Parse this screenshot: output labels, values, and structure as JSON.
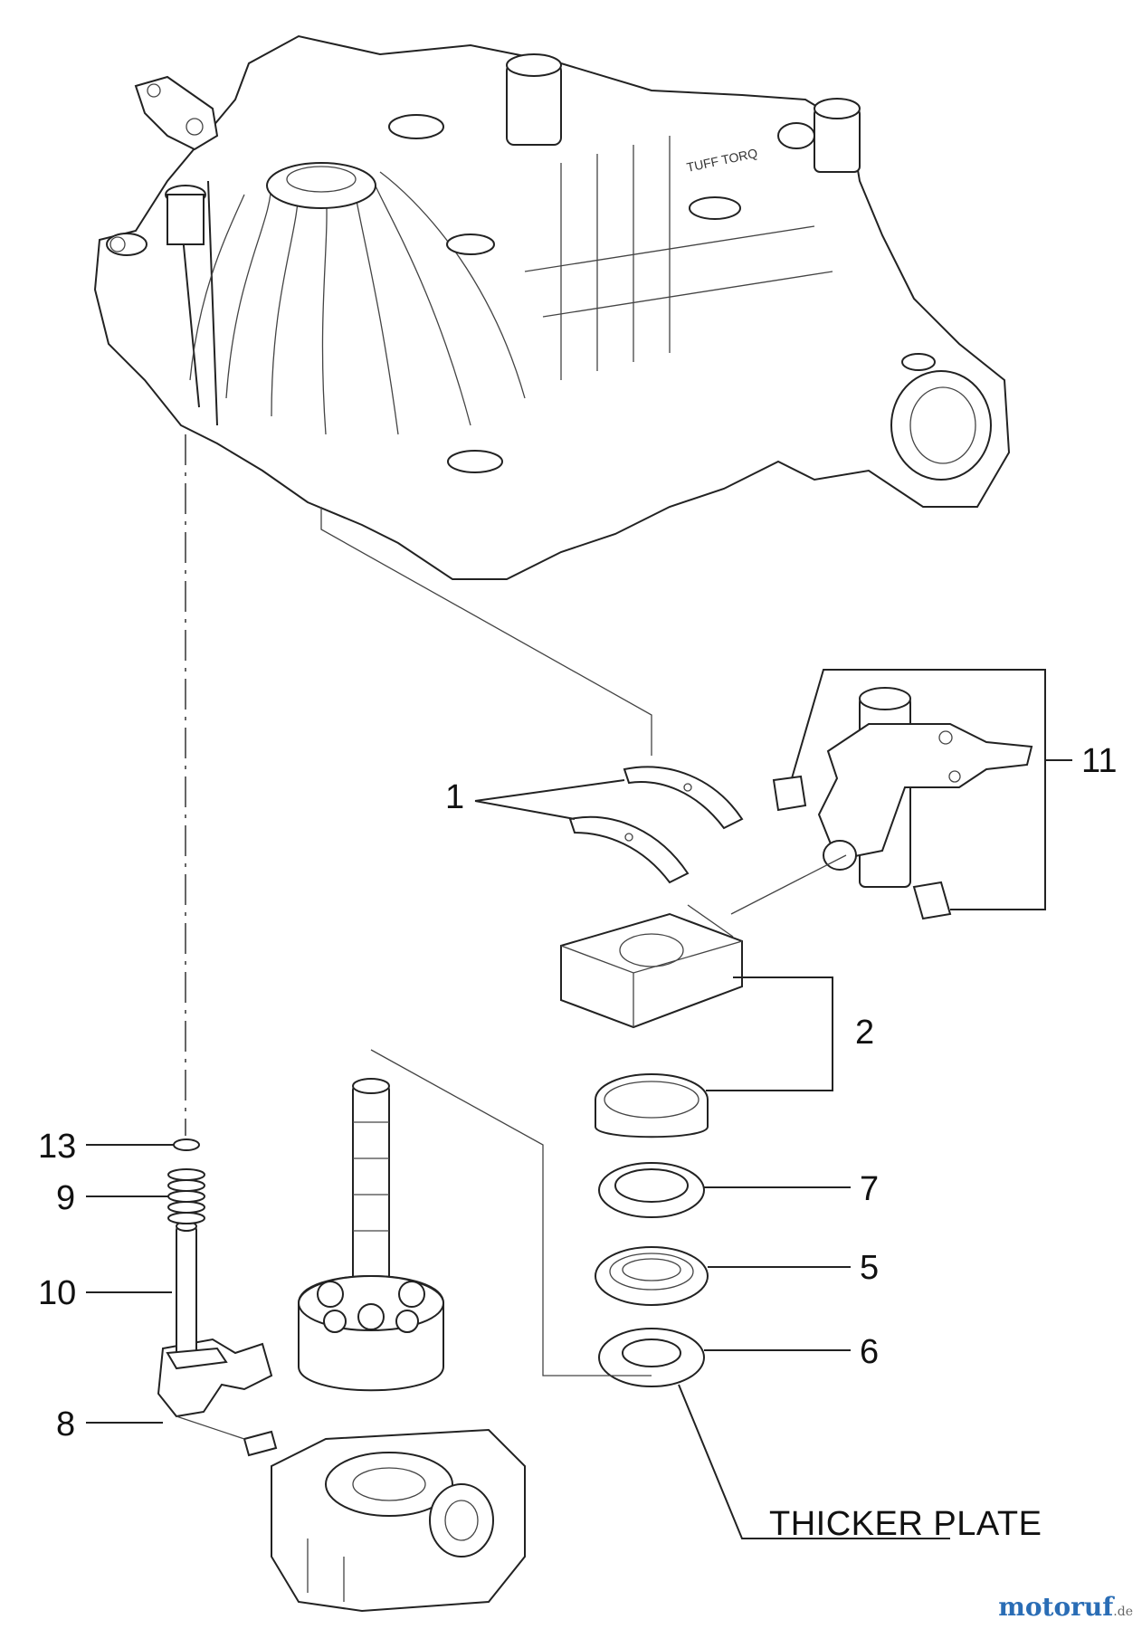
{
  "callouts": {
    "c1": "1",
    "c2": "2",
    "c5": "5",
    "c6": "6",
    "c7": "7",
    "c8": "8",
    "c9": "9",
    "c10": "10",
    "c11": "11",
    "c13": "13"
  },
  "caption": "THICKER PLATE",
  "watermark": {
    "brand": "motoruf",
    "tld": ".de"
  },
  "icons": [
    "transaxle-housing",
    "swashplate-bearing",
    "control-arm",
    "swashplate",
    "thrust-bearing",
    "washer",
    "piston-block",
    "spring",
    "valve-shaft",
    "center-section",
    "o-ring",
    "retainer"
  ]
}
